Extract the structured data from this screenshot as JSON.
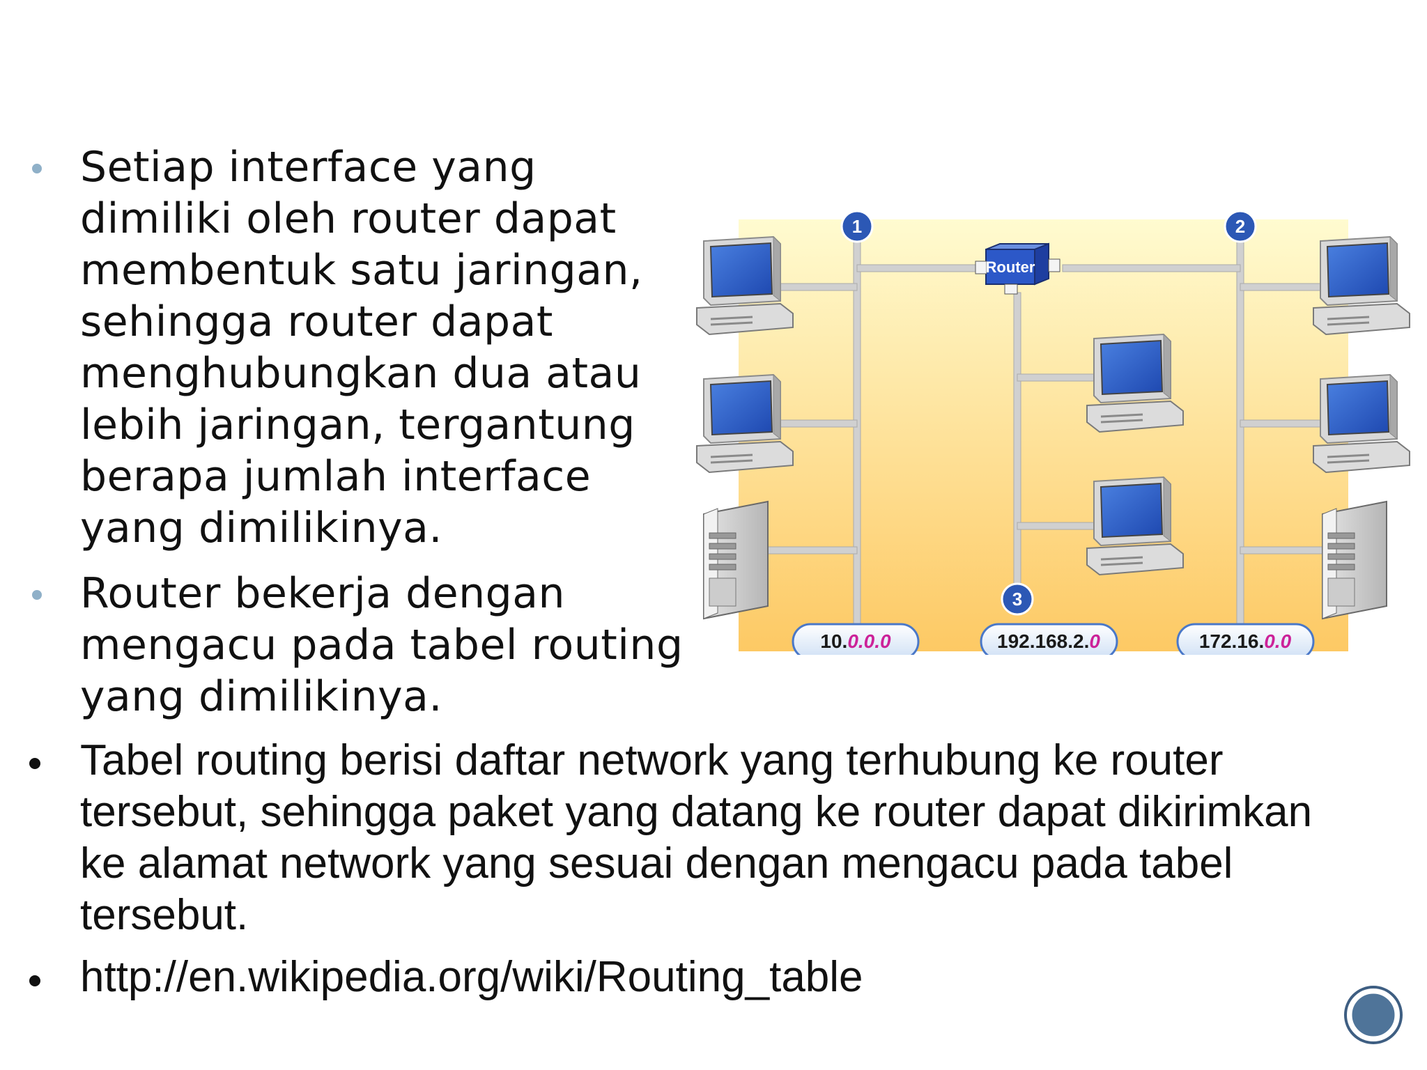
{
  "bullets": [
    {
      "text": "Setiap interface yang dimiliki oleh router dapat membentuk satu jaringan, sehingga router dapat menghubungkan dua atau lebih jaringan, tergantung berapa jumlah interface yang dimilikinya."
    },
    {
      "text": "Router bekerja dengan mengacu pada tabel routing yang dimilikinya."
    },
    {
      "text": "Tabel routing berisi daftar network yang terhubung ke router tersebut, sehingga paket yang datang ke router dapat dikirimkan ke alamat network yang sesuai dengan mengacu pada tabel tersebut."
    },
    {
      "text": "http://en.wikipedia.org/wiki/Routing_table"
    }
  ],
  "diagram": {
    "router_label": "Router",
    "interface_numbers": [
      "1",
      "2",
      "3"
    ],
    "networks": [
      {
        "prefix": "10.",
        "suffix": "0.0.0"
      },
      {
        "prefix": "192.168.2.",
        "suffix": "0"
      },
      {
        "prefix": "172.16.",
        "suffix": "0.0"
      }
    ],
    "colors": {
      "bg_top": "#fffbd0",
      "bg_bottom": "#fdc964",
      "badge": "#2c58b5",
      "suffix": "#cc2299"
    }
  }
}
